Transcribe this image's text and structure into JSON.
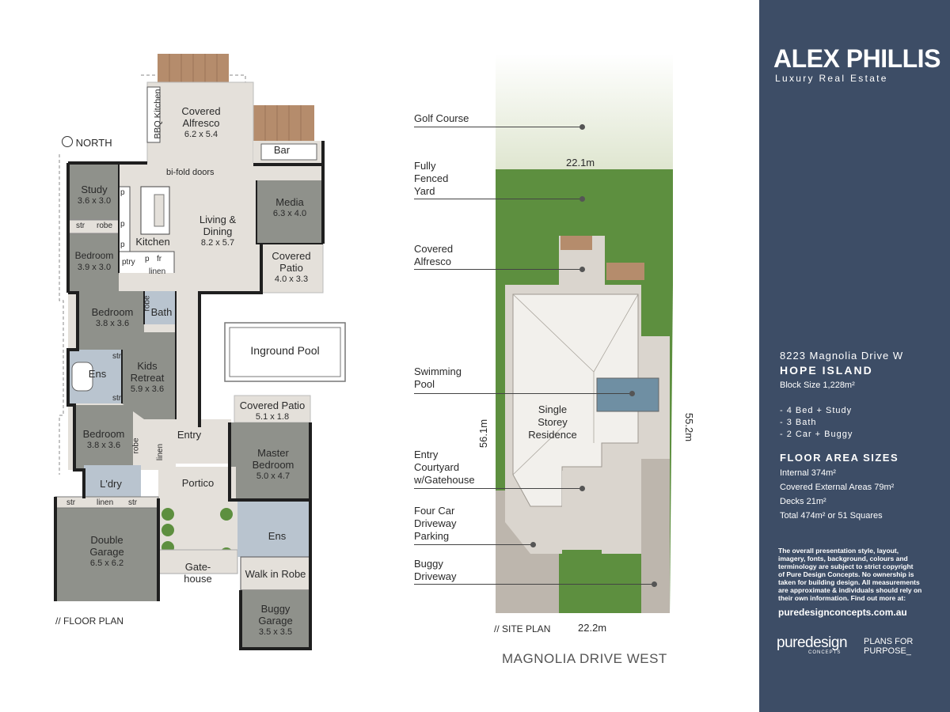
{
  "floor_plan": {
    "caption": "// FLOOR PLAN",
    "north_label": "NORTH",
    "rooms": [
      {
        "id": "alfresco",
        "name": "Covered\nAlfresco",
        "dims": "6.2 x 5.4"
      },
      {
        "id": "bbq",
        "name": "BBQ Kitchen"
      },
      {
        "id": "bar",
        "name": "Bar"
      },
      {
        "id": "bifold",
        "name": "bi-fold doors"
      },
      {
        "id": "study",
        "name": "Study",
        "dims": "3.6 x 3.0"
      },
      {
        "id": "living",
        "name": "Living &\nDining",
        "dims": "8.2 x 5.7"
      },
      {
        "id": "media",
        "name": "Media",
        "dims": "6.3 x 4.0"
      },
      {
        "id": "kitchen",
        "name": "Kitchen"
      },
      {
        "id": "bed1",
        "name": "Bedroom",
        "dims": "3.9 x 3.0"
      },
      {
        "id": "patio",
        "name": "Covered\nPatio",
        "dims": "4.0 x 3.3"
      },
      {
        "id": "bed2",
        "name": "Bedroom",
        "dims": "3.8 x 3.6"
      },
      {
        "id": "bath",
        "name": "Bath"
      },
      {
        "id": "pool",
        "name": "Inground Pool"
      },
      {
        "id": "ens1",
        "name": "Ens"
      },
      {
        "id": "kids",
        "name": "Kids\nRetreat",
        "dims": "5.9 x 3.6"
      },
      {
        "id": "covpatio2",
        "name": "Covered Patio",
        "dims": "5.1 x 1.8"
      },
      {
        "id": "bed3",
        "name": "Bedroom",
        "dims": "3.8 x 3.6"
      },
      {
        "id": "entry",
        "name": "Entry"
      },
      {
        "id": "master",
        "name": "Master\nBedroom",
        "dims": "5.0 x 4.7"
      },
      {
        "id": "ldry",
        "name": "L'dry"
      },
      {
        "id": "portico",
        "name": "Portico"
      },
      {
        "id": "garage",
        "name": "Double\nGarage",
        "dims": "6.5 x 6.2"
      },
      {
        "id": "ens2",
        "name": "Ens"
      },
      {
        "id": "gatehouse",
        "name": "Gate-\nhouse"
      },
      {
        "id": "wir",
        "name": "Walk in Robe"
      },
      {
        "id": "buggy",
        "name": "Buggy\nGarage",
        "dims": "3.5 x 3.5"
      }
    ],
    "small_labels": {
      "p1": "p",
      "p2": "p",
      "p3": "p",
      "p4": "p",
      "fr": "fr",
      "ptry": "ptry",
      "linen1": "linen",
      "str1": "str",
      "robe1": "robe",
      "robe2": "robe",
      "str2": "str",
      "str3": "str",
      "robe3": "robe",
      "linen2": "linen",
      "str4": "str",
      "linen3": "linen",
      "str5": "str"
    }
  },
  "site_plan": {
    "caption": "// SITE PLAN",
    "street": "MAGNOLIA DRIVE WEST",
    "dims": {
      "top": "22.1m",
      "bottom": "22.2m",
      "left": "56.1m",
      "right": "55.2m"
    },
    "residence": "Single\nStorey\nResidence",
    "callouts": [
      {
        "id": "golf",
        "text": "Golf Course"
      },
      {
        "id": "yard",
        "text": "Fully\nFenced\nYard"
      },
      {
        "id": "alf",
        "text": "Covered\nAlfresco"
      },
      {
        "id": "swim",
        "text": "Swimming\nPool"
      },
      {
        "id": "court",
        "text": "Entry\nCourtyard\nw/Gatehouse"
      },
      {
        "id": "four",
        "text": "Four Car\nDriveway\nParking"
      },
      {
        "id": "buggyd",
        "text": "Buggy\nDriveway"
      }
    ]
  },
  "sidebar": {
    "brand": "ALEX PHILLIS",
    "brand_sub": "Luxury Real Estate",
    "address": "8223 Magnolia Drive W",
    "suburb": "HOPE ISLAND",
    "block": "Block Size  1,228m²",
    "features": [
      "- 4 Bed + Study",
      "- 3 Bath",
      "- 2 Car + Buggy"
    ],
    "area_heading": "FLOOR AREA SIZES",
    "areas": [
      "Internal 374m²",
      "Covered External Areas 79m²",
      "Decks 21m²",
      "Total 474m² or 51 Squares"
    ],
    "disclaimer": [
      "The overall presentation style, layout,",
      "imagery, fonts, background, colours and",
      "terminology are subject to strict copyright",
      "of Pure Design Concepts. No ownership is",
      "taken for building design. All measurements",
      "are approximate & individuals should rely on",
      "their own information. Find out more at:"
    ],
    "website": "puredesignconcepts.com.au",
    "logo1": "puredesign",
    "logo1_sub": "CONCEPTS",
    "logo2a": "PLANS FOR",
    "logo2b": "PURPOSE_"
  },
  "colors": {
    "sidebar": "#3d4d66",
    "tile": "#e4e0da",
    "carpet": "#8f918b",
    "wet": "#b9c4cf",
    "grass": "#5d8f3f",
    "deck": "#b58c6c"
  }
}
